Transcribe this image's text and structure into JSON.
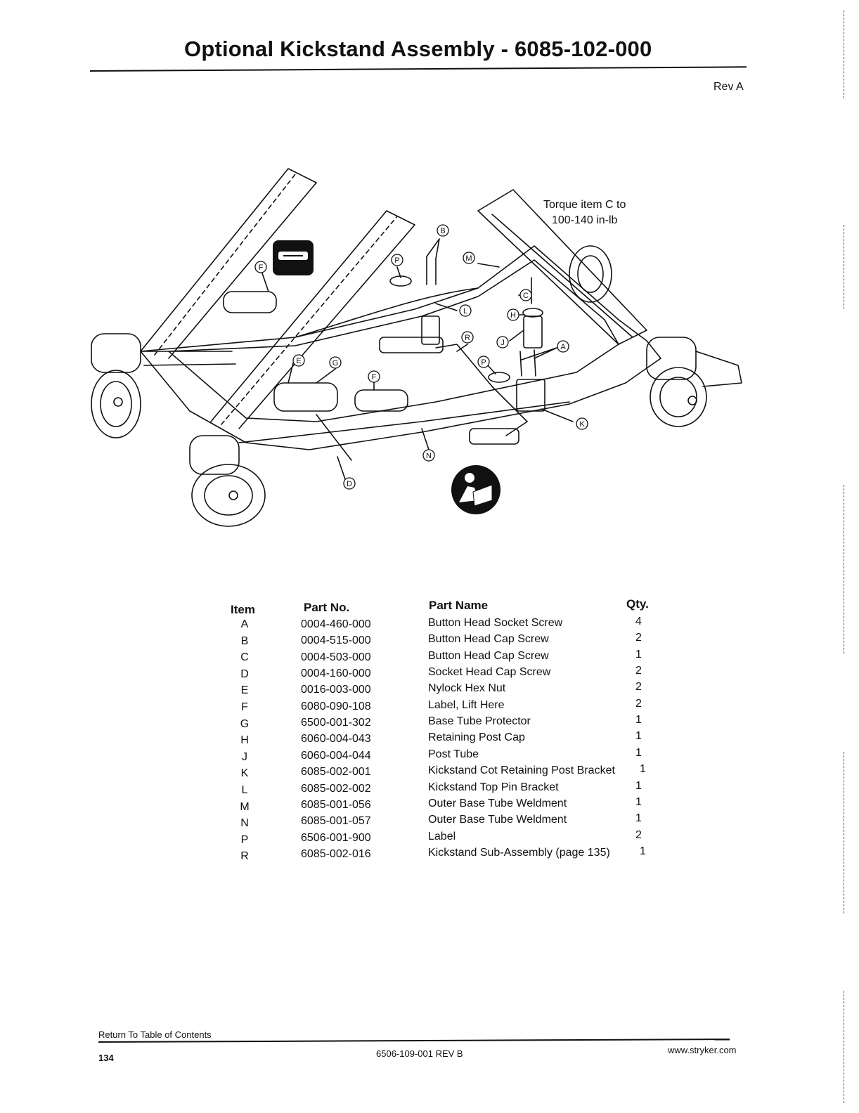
{
  "header": {
    "title": "Optional Kickstand Assembly - 6085-102-000",
    "revision": "Rev A"
  },
  "diagram": {
    "torque_note_line1": "Torque item C to",
    "torque_note_line2": "100-140 in-lb",
    "callouts": {
      "a": "A",
      "b": "B",
      "c": "C",
      "d": "D",
      "e": "E",
      "f1": "F",
      "f2": "F",
      "g": "G",
      "h": "H",
      "j": "J",
      "k": "K",
      "l": "L",
      "m": "M",
      "n": "N",
      "p1": "P",
      "p2": "P",
      "r": "R"
    },
    "icons": [
      "level-label-icon",
      "read-manual-icon"
    ]
  },
  "parts_table": {
    "headers": {
      "item": "Item",
      "part_no": "Part No.",
      "part_name": "Part Name",
      "qty": "Qty."
    },
    "rows": [
      {
        "item": "A",
        "part_no": "0004-460-000",
        "part_name": "Button Head Socket Screw",
        "qty": "4"
      },
      {
        "item": "B",
        "part_no": "0004-515-000",
        "part_name": "Button Head Cap Screw",
        "qty": "2"
      },
      {
        "item": "C",
        "part_no": "0004-503-000",
        "part_name": "Button Head Cap Screw",
        "qty": "1"
      },
      {
        "item": "D",
        "part_no": "0004-160-000",
        "part_name": "Socket Head Cap Screw",
        "qty": "2"
      },
      {
        "item": "E",
        "part_no": "0016-003-000",
        "part_name": "Nylock Hex Nut",
        "qty": "2"
      },
      {
        "item": "F",
        "part_no": "6080-090-108",
        "part_name": "Label, Lift Here",
        "qty": "2"
      },
      {
        "item": "G",
        "part_no": "6500-001-302",
        "part_name": "Base Tube Protector",
        "qty": "1"
      },
      {
        "item": "H",
        "part_no": "6060-004-043",
        "part_name": "Retaining Post Cap",
        "qty": "1"
      },
      {
        "item": "J",
        "part_no": "6060-004-044",
        "part_name": "Post Tube",
        "qty": "1"
      },
      {
        "item": "K",
        "part_no": "6085-002-001",
        "part_name": "Kickstand Cot Retaining Post Bracket",
        "qty": "1"
      },
      {
        "item": "L",
        "part_no": "6085-002-002",
        "part_name": "Kickstand Top Pin Bracket",
        "qty": "1"
      },
      {
        "item": "M",
        "part_no": "6085-001-056",
        "part_name": "Outer Base Tube Weldment",
        "qty": "1"
      },
      {
        "item": "N",
        "part_no": "6085-001-057",
        "part_name": "Outer Base Tube Weldment",
        "qty": "1"
      },
      {
        "item": "P",
        "part_no": "6506-001-900",
        "part_name": "Label",
        "qty": "2"
      },
      {
        "item": "R",
        "part_no": "6085-002-016",
        "part_name": "Kickstand Sub-Assembly (page 135)",
        "qty": "1"
      }
    ]
  },
  "footer": {
    "return_link": "Return To Table of Contents",
    "page_number": "134",
    "document_id": "6506-109-001 REV B",
    "website": "www.stryker.com"
  }
}
